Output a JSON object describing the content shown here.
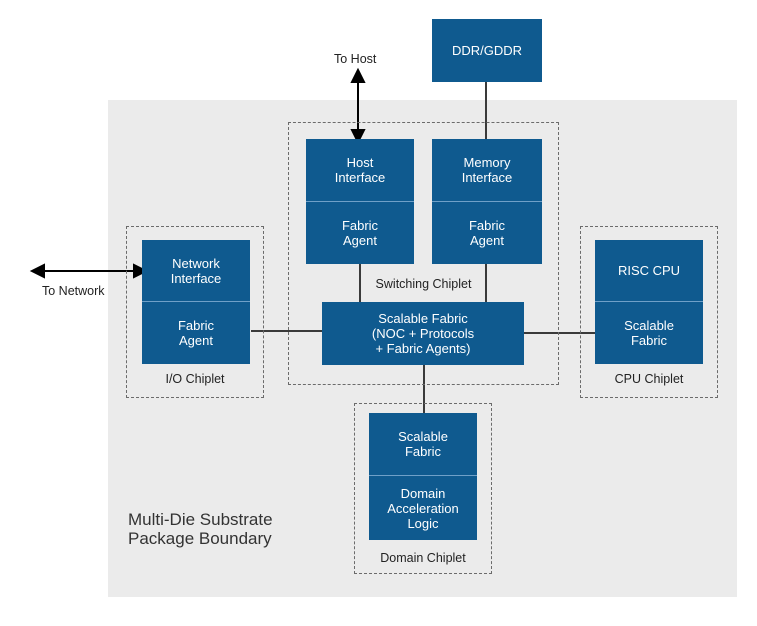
{
  "external": {
    "ddr": "DDR/GDDR",
    "to_host": "To Host",
    "to_network": "To Network"
  },
  "substrate_label": "Multi-Die Substrate\nPackage Boundary",
  "switching_chiplet": {
    "label": "Switching Chiplet",
    "host_interface": "Host\nInterface",
    "host_fabric_agent": "Fabric\nAgent",
    "memory_interface": "Memory\nInterface",
    "memory_fabric_agent": "Fabric\nAgent",
    "scalable_fabric": "Scalable Fabric\n(NOC + Protocols\n+ Fabric Agents)"
  },
  "io_chiplet": {
    "label": "I/O Chiplet",
    "network_interface": "Network\nInterface",
    "fabric_agent": "Fabric\nAgent"
  },
  "cpu_chiplet": {
    "label": "CPU Chiplet",
    "risc_cpu": "RISC CPU",
    "scalable_fabric": "Scalable\nFabric"
  },
  "domain_chiplet": {
    "label": "Domain Chiplet",
    "scalable_fabric": "Scalable\nFabric",
    "acceleration_logic": "Domain\nAcceleration\nLogic"
  },
  "colors": {
    "block": "#0f5a8f",
    "substrate": "#ebebeb",
    "line": "#3a3a3a"
  }
}
